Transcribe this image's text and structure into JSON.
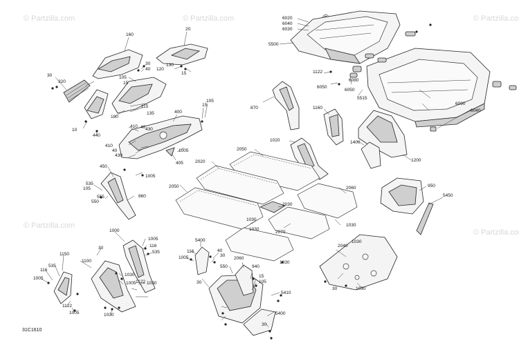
{
  "diagram": {
    "code": "31C1610",
    "watermark_text": "© Partzilla.com",
    "watermark_main": "© partzilla.com"
  },
  "labels": {
    "l6020": "6020",
    "l6040a": "6040",
    "l6030": "6030",
    "l5500": "5500",
    "l160": "160",
    "l20": "20",
    "l30a": "30",
    "l40a": "40",
    "l30b": "30",
    "l320": "320",
    "l105a": "105",
    "l120": "120",
    "l130": "130",
    "l15a": "15",
    "l15b": "15",
    "l115": "115",
    "l135": "135",
    "l100": "100",
    "l10": "10",
    "l440": "440",
    "l400": "400",
    "l15c": "15",
    "l105b": "105",
    "l410a": "410",
    "l40b": "40",
    "l430a": "430",
    "l410b": "410",
    "l40c": "40",
    "l430b": "430",
    "l1005a": "1005",
    "l405": "405",
    "l450": "450",
    "l1005b": "1005",
    "l535a": "535",
    "l105c": "105",
    "l555": "555",
    "l550": "550",
    "l860": "860",
    "l870": "870",
    "l1122a": "1122",
    "l6050a": "6050",
    "l6080": "6080",
    "l6050b": "6050",
    "l5515": "5515",
    "l6090": "6090",
    "l6040b": "6040",
    "l1160": "1160",
    "l1020": "1020",
    "l1400": "1400",
    "l1200": "1200",
    "l2050a": "2050",
    "l2020": "2020",
    "l2050b": "2050",
    "l2060": "2060",
    "l2030": "2030",
    "l1030a": "1030",
    "l1030b": "1030",
    "l2070": "2070",
    "l1030c": "1030",
    "l950": "950",
    "l5450": "5450",
    "l1000": "1000",
    "l1005c": "1005",
    "l116a": "116",
    "l535b": "535",
    "l30c": "30",
    "l1100": "1100",
    "l1150": "1150",
    "l535c": "535",
    "l116b": "116",
    "l1005d": "1005",
    "l1122b": "1122",
    "l1005e": "1005",
    "l1030d": "1030",
    "l1005f": "1005",
    "l1122c": "1122",
    "l1030e": "1030",
    "l1030f": "1030",
    "l5400a": "5400",
    "l116c": "116",
    "l1005g": "1005",
    "l40d": "40",
    "l30d": "30",
    "l2060b": "2060",
    "l550b": "550",
    "l940": "940",
    "l1030g": "1030",
    "l30e": "30",
    "l15d": "15",
    "l105d": "105",
    "l5410": "5410",
    "l5400b": "5400",
    "l30f": "30",
    "l2040": "2040",
    "l1030h": "1030",
    "l30g": "30",
    "l1030i": "1030"
  }
}
